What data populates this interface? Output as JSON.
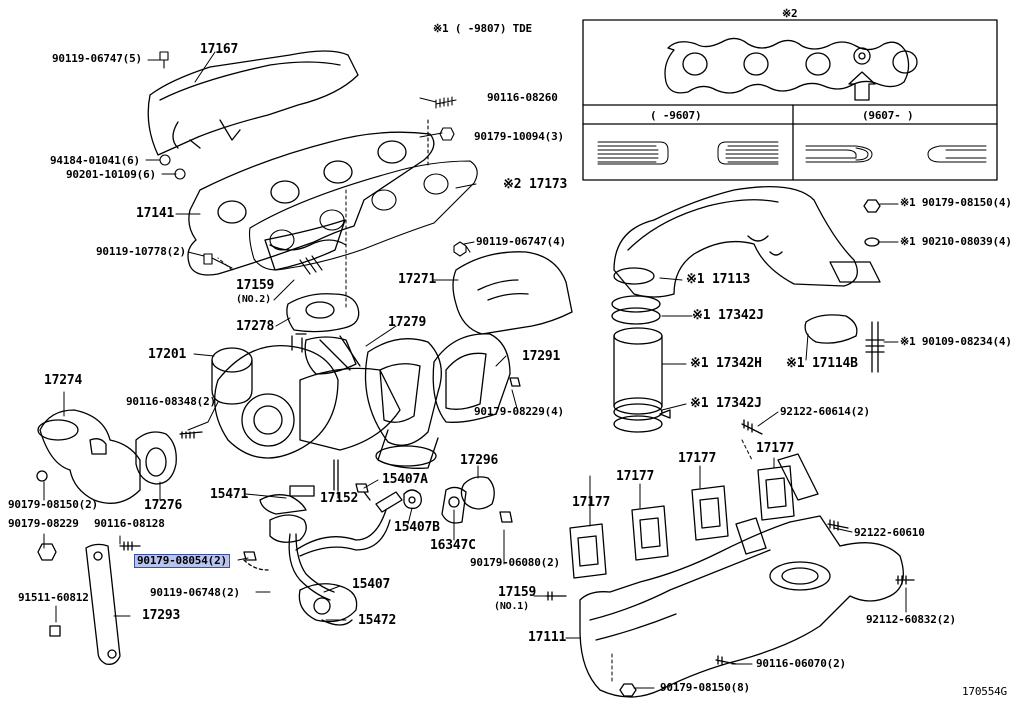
{
  "diagram_id": "170554G",
  "colors": {
    "highlight": "#b9c4ee",
    "highlight_border": "#3a4fa5",
    "line": "#000000"
  },
  "inset": {
    "mark2": "※2",
    "left_date": "(      -9607)",
    "right_date": "(9607-      )"
  },
  "note_tde": "※1 (     -9807) TDE",
  "parts": {
    "p_90119_06747_5": "90119-06747(5)",
    "p_17167": "17167",
    "p_90116_08260": "90116-08260",
    "p_90179_10094_3": "90179-10094(3)",
    "p_94184_01041_6": "94184-01041(6)",
    "p_90201_10109_6": "90201-10109(6)",
    "p_17173": "※2 17173",
    "p_17141": "17141",
    "p_90119_10778_2": "90119-10778(2)",
    "p_90119_06747_4": "90119-06747(4)",
    "p_17159_no2": "17159",
    "p_17159_no2_sub": "(NO.2)",
    "p_17271": "17271",
    "p_17278": "17278",
    "p_17279": "17279",
    "p_17201": "17201",
    "p_17291": "17291",
    "p_17274": "17274",
    "p_90116_08348_2": "90116-08348(2)",
    "p_90179_08229_4": "90179-08229(4)",
    "p_17296": "17296",
    "p_15471": "15471",
    "p_17152": "17152",
    "p_15407A": "15407A",
    "p_15407B": "15407B",
    "p_16347C": "16347C",
    "p_17276": "17276",
    "p_90179_08150_2_left": "90179-08150(2)",
    "p_90179_08229": "90179-08229",
    "p_90116_08128": "90116-08128",
    "p_90179_08054_2": "90179-08054(2)",
    "p_90179_06080_2": "90179-06080(2)",
    "p_90119_06748_2": "90119-06748(2)",
    "p_15407": "15407",
    "p_91511_60812": "91511-60812",
    "p_17293": "17293",
    "p_15472": "15472",
    "p_17113": "※1 17113",
    "p_17342J_top": "※1 17342J",
    "p_17342H": "※1 17342H",
    "p_17342J_bot": "※1 17342J",
    "p_17114B": "※1 17114B",
    "p_90179_08150_4": "※1 90179-08150(4)",
    "p_90210_08039_4": "※1 90210-08039(4)",
    "p_90109_08234_4": "※1 90109-08234(4)",
    "p_92122_60614_2": "92122-60614(2)",
    "p_17177_a": "17177",
    "p_17177_b": "17177",
    "p_17177_c": "17177",
    "p_17177_d": "17177",
    "p_92122_60610": "92122-60610",
    "p_17159_no1": "17159",
    "p_17159_no1_sub": "(NO.1)",
    "p_17111": "17111",
    "p_92112_60832_2": "92112-60832(2)",
    "p_90116_06070_2": "90116-06070(2)",
    "p_90179_08150_8": "90179-08150(8)"
  }
}
